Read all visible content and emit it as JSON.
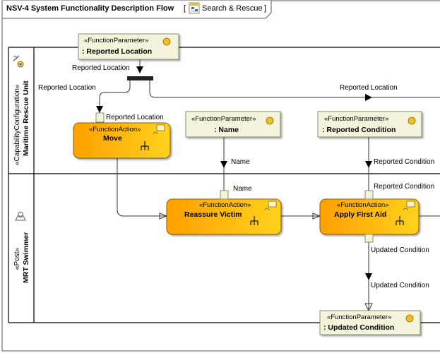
{
  "frame": {
    "title": "NSV-4 System Functionality Description Flow",
    "tab_left_bracket": "[",
    "tab_context": "Search & Rescue",
    "tab_right_bracket": "]",
    "context_icon": "nsv-diagram-icon"
  },
  "lanes": [
    {
      "stereotype": "«CapabilityConfiguration»",
      "name": "Maritime Rescue Unit",
      "icon": "capability-configuration-icon"
    },
    {
      "stereotype": "«Post»",
      "name": "MRT Swimmer",
      "icon": "post-icon"
    }
  ],
  "parameters": {
    "reported_location": {
      "stereotype": "«FunctionParameter»",
      "name": ": Reported Location"
    },
    "name": {
      "stereotype": "«FunctionParameter»",
      "name": ": Name"
    },
    "reported_condition": {
      "stereotype": "«FunctionParameter»",
      "name": ": Reported Condition"
    },
    "updated_condition": {
      "stereotype": "«FunctionParameter»",
      "name": ": Updated Condition"
    }
  },
  "actions": {
    "move": {
      "stereotype": "«FunctionAction»",
      "name": "Move"
    },
    "reassure": {
      "stereotype": "«FunctionAction»",
      "name": "Reassure Victim"
    },
    "first_aid": {
      "stereotype": "«FunctionAction»",
      "name": "Apply First Aid"
    }
  },
  "flow_labels": {
    "reported_location_in": "Reported Location",
    "reported_location_left": "Reported Location",
    "reported_location_right": "Reported Location",
    "move_pin": "Reported Location",
    "name_flow": "Name",
    "name_pin": "Name",
    "condition_flow": "Reported Condition",
    "condition_pin": "Reported Condition",
    "updated_pin": "Updated Condition",
    "updated_flow": "Updated Condition"
  },
  "colors": {
    "action_fill_start": "#ffa000",
    "action_fill_end": "#ffd21e",
    "action_border": "#8a5a00",
    "param_fill": "#f4f4dc",
    "param_border": "#8c8c6e",
    "param_marker": "#f0c020",
    "lane_line": "#000000",
    "frame_line": "#5a5a5a"
  }
}
